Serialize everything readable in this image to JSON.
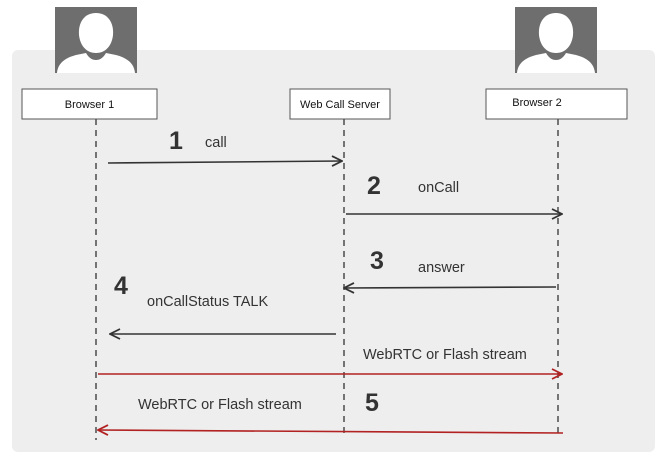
{
  "participants": [
    {
      "id": "browser1",
      "label": "Browser 1",
      "icon": "user-avatar-icon"
    },
    {
      "id": "server",
      "label": "Web Call Server",
      "icon": null
    },
    {
      "id": "browser2",
      "label": "Browser 2",
      "icon": "user-avatar-icon"
    }
  ],
  "steps": [
    {
      "number": "1",
      "label": "call",
      "from": "browser1",
      "to": "server",
      "color": "#333333"
    },
    {
      "number": "2",
      "label": "onCall",
      "from": "server",
      "to": "browser2",
      "color": "#333333"
    },
    {
      "number": "3",
      "label": "answer",
      "from": "browser2",
      "to": "server",
      "color": "#333333"
    },
    {
      "number": "4",
      "label": "onCallStatus TALK",
      "from": "server",
      "to": "browser1",
      "color": "#333333"
    },
    {
      "number": "",
      "label": "WebRTC or Flash stream",
      "from": "browser1",
      "to": "browser2",
      "color": "#b22222"
    },
    {
      "number": "5",
      "label": "WebRTC or Flash stream",
      "from": "browser2",
      "to": "browser1",
      "color": "#b22222"
    }
  ],
  "colors": {
    "panel": "#eeeeee",
    "avatar_bg": "#6e6e6e",
    "avatar_fg": "#ffffff",
    "arrow": "#333333",
    "stream": "#b22222",
    "lifeline": "#333333"
  }
}
